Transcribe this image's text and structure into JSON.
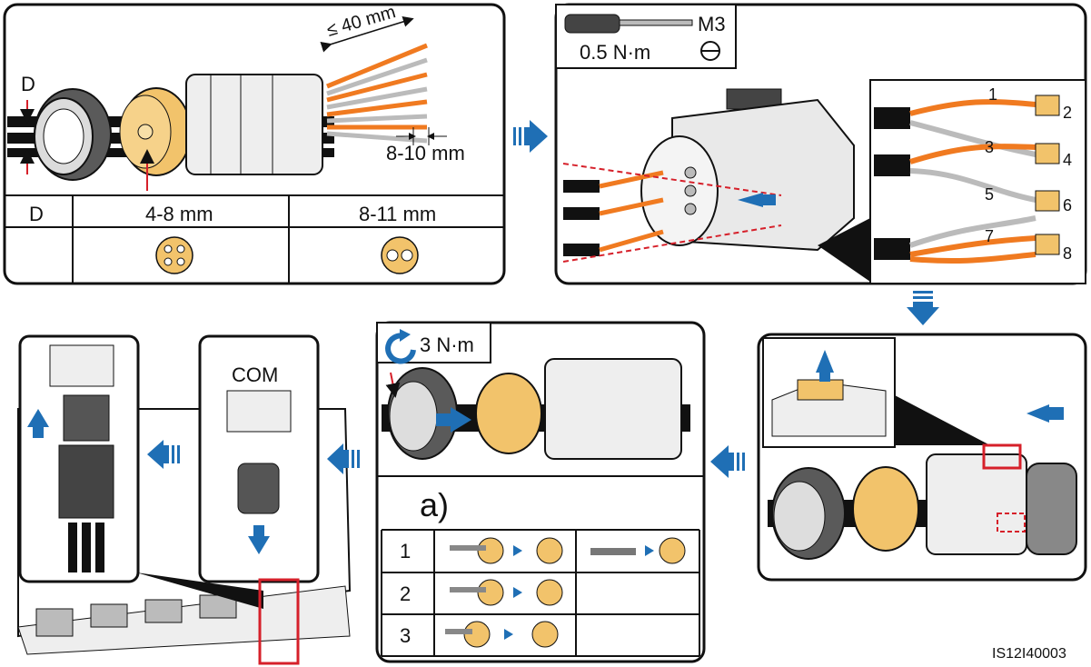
{
  "panel1": {
    "cable_diameter_label": "D",
    "strip_length": "≤ 40 mm",
    "wire_strip": "8-10 mm",
    "table": {
      "header": [
        "D",
        "4-8 mm",
        "8-11 mm"
      ],
      "row_icons": [
        "seal-4-hole-icon",
        "seal-2-hole-icon"
      ]
    }
  },
  "panel2": {
    "screwdriver_size": "M3",
    "torque": "0.5 N·m",
    "pin_numbers": [
      "1",
      "2",
      "3",
      "4",
      "5",
      "6",
      "7",
      "8"
    ]
  },
  "panel4": {
    "torque": "3 N·m",
    "note_label": "a)",
    "table": {
      "rows": [
        {
          "num": "1",
          "cells": [
            "seal-hole-plug-icon",
            "seal-single-wire-icon"
          ]
        },
        {
          "num": "2",
          "cells": [
            "seal-hole-plug-icon",
            ""
          ]
        },
        {
          "num": "3",
          "cells": [
            "seal-hole-plug-icon",
            ""
          ]
        }
      ]
    }
  },
  "panel5": {
    "port_label": "COM"
  },
  "figure_id": "IS12I40003",
  "colors": {
    "accent_blue": "#1f6fb5",
    "orange": "#f07a20",
    "seal_yellow": "#f2c36b",
    "red": "#d6202a"
  }
}
